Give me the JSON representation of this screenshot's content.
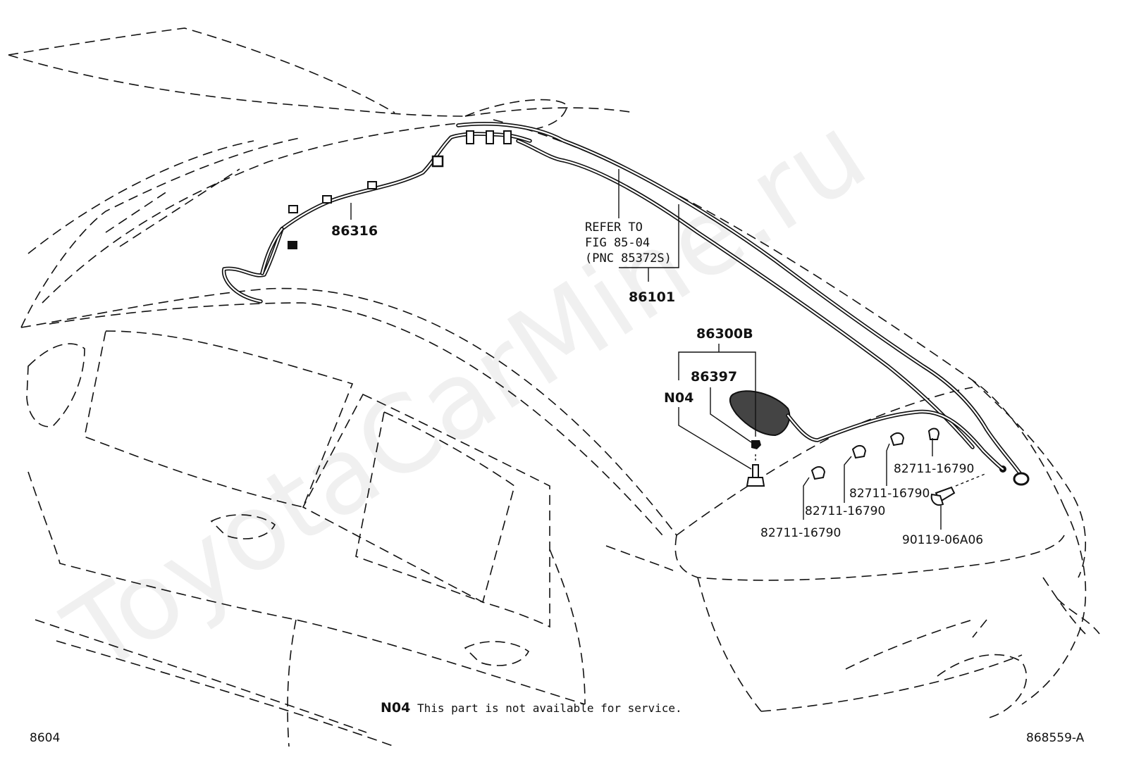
{
  "watermark": "ToyotaCarMine.ru",
  "labels": {
    "p86316": "86316",
    "refer_line1": "REFER TO",
    "refer_line2": "FIG 85-04",
    "refer_line3": "(PNC 85372S)",
    "p86101": "86101",
    "p86300B": "86300B",
    "p86397": "86397",
    "n04": "N04",
    "clip1": "82711-16790",
    "clip2": "82711-16790",
    "clip3": "82711-16790",
    "clip4": "82711-16790",
    "bolt": "90119-06A06"
  },
  "footnote": {
    "code": "N04",
    "text": "This part is not available for service."
  },
  "corner": {
    "left": "8604",
    "right": "868559-A"
  }
}
